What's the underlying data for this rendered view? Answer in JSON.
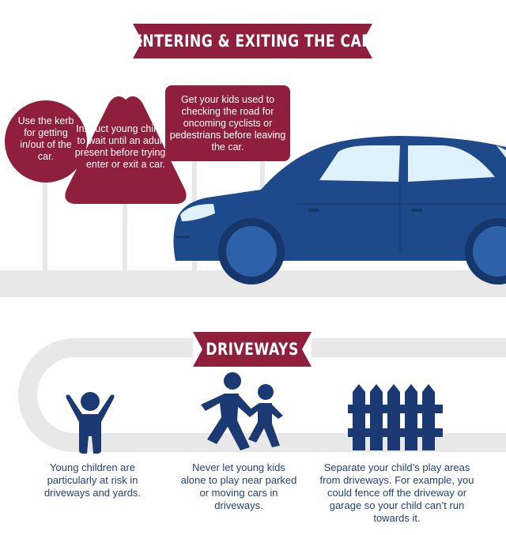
{
  "sections": {
    "entering": {
      "title": "ENTERING & EXITING THE CAR"
    },
    "driveways": {
      "title": "DRIVEWAYS"
    }
  },
  "signs": {
    "circle": "Use the kerb for getting in/out of the car.",
    "triangle": "Instruct young children to wait until an adult is present before trying to enter or exit a car.",
    "rectangle": "Get your kids used to checking the road for oncoming cyclists or pedestrians before leaving the car."
  },
  "tips": [
    {
      "icon": "child-arms-raised-icon",
      "text": "Young children are particularly at risk in driveways and yards."
    },
    {
      "icon": "running-kids-icon",
      "text": "Never let young kids alone to play near parked or moving cars in driveways."
    },
    {
      "icon": "fence-icon",
      "text": "Separate your child’s play areas from driveways. For example, you could fence off the driveway or garage so your child can’t run towards it."
    }
  ],
  "colors": {
    "accent": "#8f1f3c",
    "navy": "#1b3a73",
    "car": "#1e4a8c"
  }
}
